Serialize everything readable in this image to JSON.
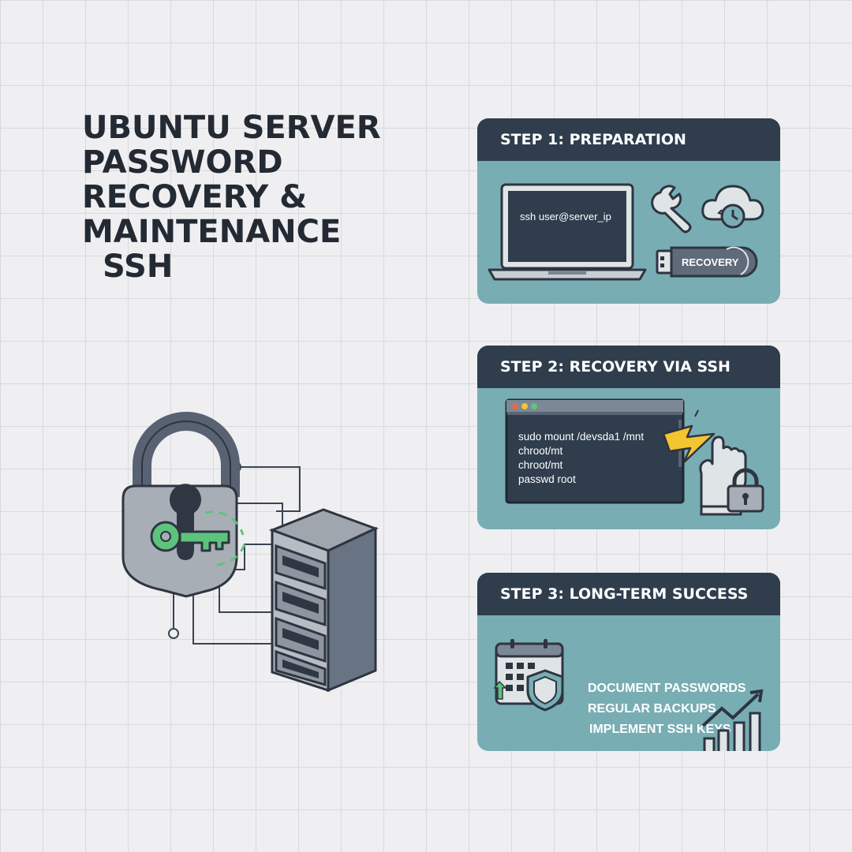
{
  "title": {
    "line1": "UBUNTU SERVER",
    "line2": "PASSWORD",
    "line3": "RECOVERY &",
    "line4": "MAINTENANCE",
    "line5": "SSH"
  },
  "steps": [
    {
      "header": "STEP 1: PREPARATION",
      "terminal_text": "ssh user@server_ip",
      "usb_label": "RECOVERY",
      "icons": [
        "laptop-icon",
        "wrench-icon",
        "cloud-backup-icon",
        "usb-drive-icon"
      ]
    },
    {
      "header": "STEP 2: RECOVERY VIA SSH",
      "commands": [
        "sudo mount /devsda1 /mnt",
        "chroot/mt",
        "chroot/mt",
        "passwd root"
      ],
      "icons": [
        "terminal-window-icon",
        "lightning-icon",
        "hand-icon",
        "padlock-icon"
      ]
    },
    {
      "header": "STEP 3: LONG-TERM SUCCESS",
      "items": [
        "DOCUMENT PASSWORDS",
        "REGULAR BACKUPS",
        "IMPLEMENT SSH KEYS"
      ],
      "icons": [
        "calendar-shield-icon",
        "growth-chart-icon"
      ]
    }
  ],
  "colors": {
    "background": "#efeff1",
    "grid": "#d9dadd",
    "card_header": "#2f3d4d",
    "card_body": "#78adb4",
    "accent_green": "#5cc47c",
    "lightning": "#f2c531"
  }
}
